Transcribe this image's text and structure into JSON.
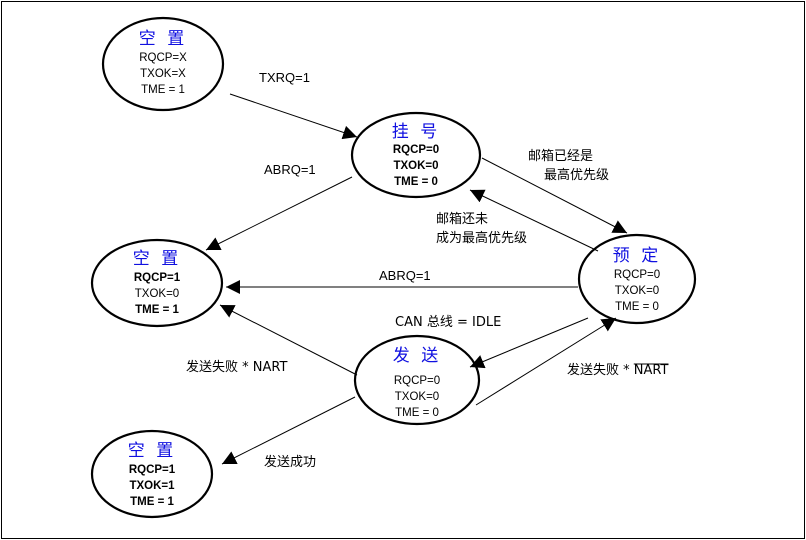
{
  "states": [
    {
      "id": "empty_top",
      "title": "空 置",
      "fields": [
        {
          "text": "RQCP=X",
          "bold": false
        },
        {
          "text": "TXOK=X",
          "bold": false
        },
        {
          "text": "TME = 1",
          "bold": false
        }
      ]
    },
    {
      "id": "pending",
      "title": "挂 号",
      "fields": [
        {
          "text": "RQCP=0",
          "bold": true
        },
        {
          "text": "TXOK=0",
          "bold": true
        },
        {
          "text": "TME = 0",
          "bold": true
        }
      ]
    },
    {
      "id": "empty_mid",
      "title": "空 置",
      "fields": [
        {
          "text": "RQCP=1",
          "bold": true
        },
        {
          "text": "TXOK=0",
          "bold": false
        },
        {
          "text": "TME = 1",
          "bold": true
        }
      ]
    },
    {
      "id": "scheduled",
      "title": "预 定",
      "fields": [
        {
          "text": "RQCP=0",
          "bold": false
        },
        {
          "text": "TXOK=0",
          "bold": false
        },
        {
          "text": "TME = 0",
          "bold": false
        }
      ]
    },
    {
      "id": "transmit",
      "title": "发 送",
      "fields": [
        {
          "text": "RQCP=0",
          "bold": false
        },
        {
          "text": "TXOK=0",
          "bold": false
        },
        {
          "text": "TME = 0",
          "bold": false
        }
      ]
    },
    {
      "id": "empty_bottom",
      "title": "空 置",
      "fields": [
        {
          "text": "RQCP=1",
          "bold": true
        },
        {
          "text": "TXOK=1",
          "bold": true
        },
        {
          "text": "TME = 1",
          "bold": true
        }
      ]
    }
  ],
  "transitions": {
    "txrq": "TXRQ=1",
    "abrq_pending": "ABRQ=1",
    "highest_1": "邮箱已经是",
    "highest_2": "最高优先级",
    "not_highest_1": "邮箱还未",
    "not_highest_2": "成为最高优先级",
    "abrq_scheduled": "ABRQ=1",
    "bus_idle": "CAN 总线 = IDLE",
    "fail_nart": "发送失败 * NART",
    "fail_not_nart_prefix": "发送失败 * ",
    "fail_not_nart_term": "NART",
    "success": "发送成功"
  }
}
